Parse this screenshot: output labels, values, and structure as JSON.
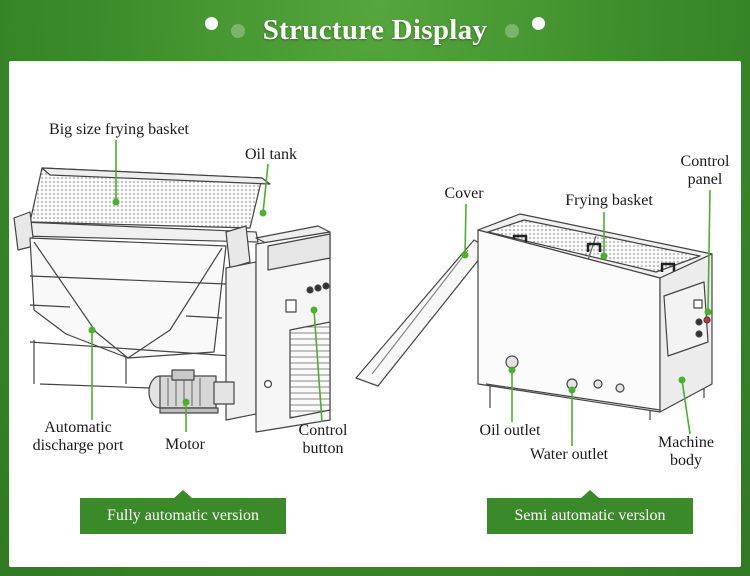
{
  "title": "Structure Display",
  "colors": {
    "accent": "#3b8a2a",
    "marker": "#4caf2e",
    "line_art": "#444444"
  },
  "left_machine": {
    "labels": {
      "basket": "Big size frying basket",
      "oil_tank": "Oil tank",
      "discharge_1": "Automatic",
      "discharge_2": "discharge port",
      "motor": "Motor",
      "control_1": "Control",
      "control_2": "button"
    },
    "caption": "Fully automatic version"
  },
  "right_machine": {
    "labels": {
      "cover": "Cover",
      "basket": "Frying basket",
      "panel_1": "Control",
      "panel_2": "panel",
      "oil_outlet": "Oil outlet",
      "water_outlet": "Water outlet",
      "body_1": "Machine",
      "body_2": "body"
    },
    "caption": "Semi automatic verslon"
  }
}
